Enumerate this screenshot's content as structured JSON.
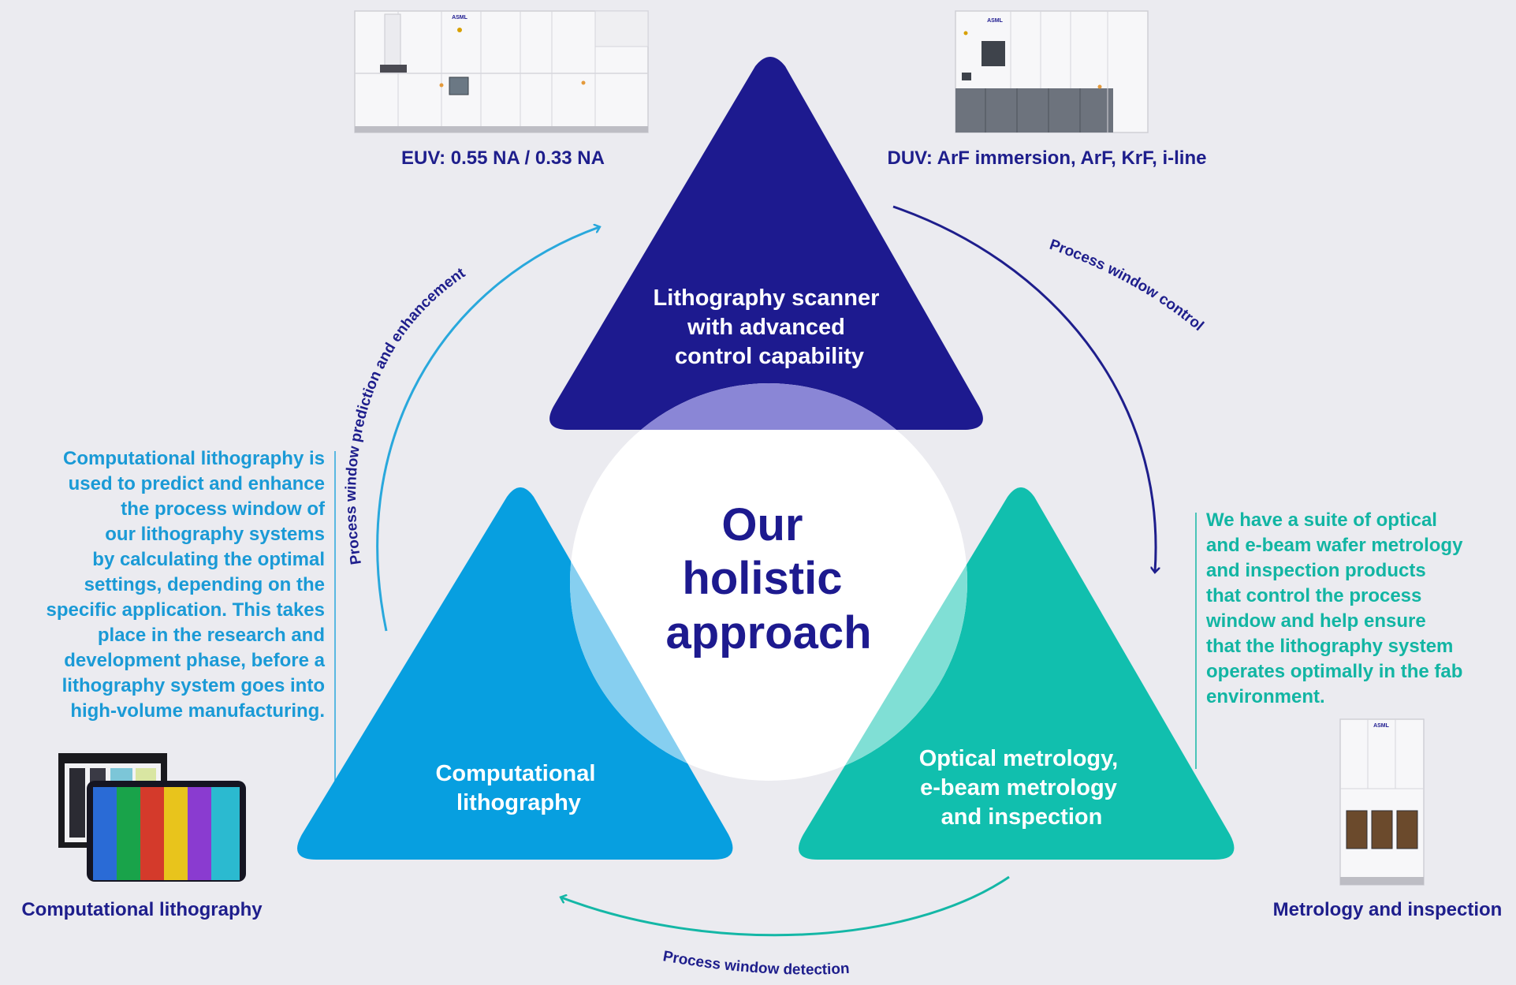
{
  "colors": {
    "background": "#ebebf0",
    "navy": "#1e1e8c",
    "navy_triangle": "#1d1a8f",
    "blue_triangle": "#079fe0",
    "teal_triangle": "#11bfae",
    "blue_arrow": "#29a8dc",
    "teal_arrow": "#14b7a6"
  },
  "center": {
    "line1": "Our",
    "line2": "holistic",
    "line3": "approach"
  },
  "triangles": {
    "top": {
      "line1": "Lithography scanner",
      "line2": "with advanced",
      "line3": "control capability"
    },
    "left": {
      "line1": "Computational",
      "line2": "lithography"
    },
    "right": {
      "line1": "Optical metrology,",
      "line2": "e-beam metrology",
      "line3": "and inspection"
    }
  },
  "arrows": {
    "left": "Process window prediction and enhancement",
    "right": "Process window control",
    "bottom": "Process window detection"
  },
  "products": {
    "euv": "EUV: 0.55 NA / 0.33 NA",
    "duv": "DUV: ArF immersion, ArF, KrF, i-line",
    "computational": "Computational lithography",
    "metrology": "Metrology and inspection"
  },
  "machine_brand": "ASML",
  "descriptions": {
    "left": "Computational lithography is\nused to predict and enhance\nthe process window of\nour lithography systems\nby calculating the optimal\nsettings, depending on the\nspecific application. This takes\nplace in the research and\ndevelopment phase, before a\nlithography system goes into\nhigh-volume manufacturing.",
    "right": "We have a suite of optical\nand e-beam wafer metrology\nand inspection products\nthat control the process\nwindow and help ensure\nthat the lithography system\noperates optimally in the fab\nenvironment."
  }
}
